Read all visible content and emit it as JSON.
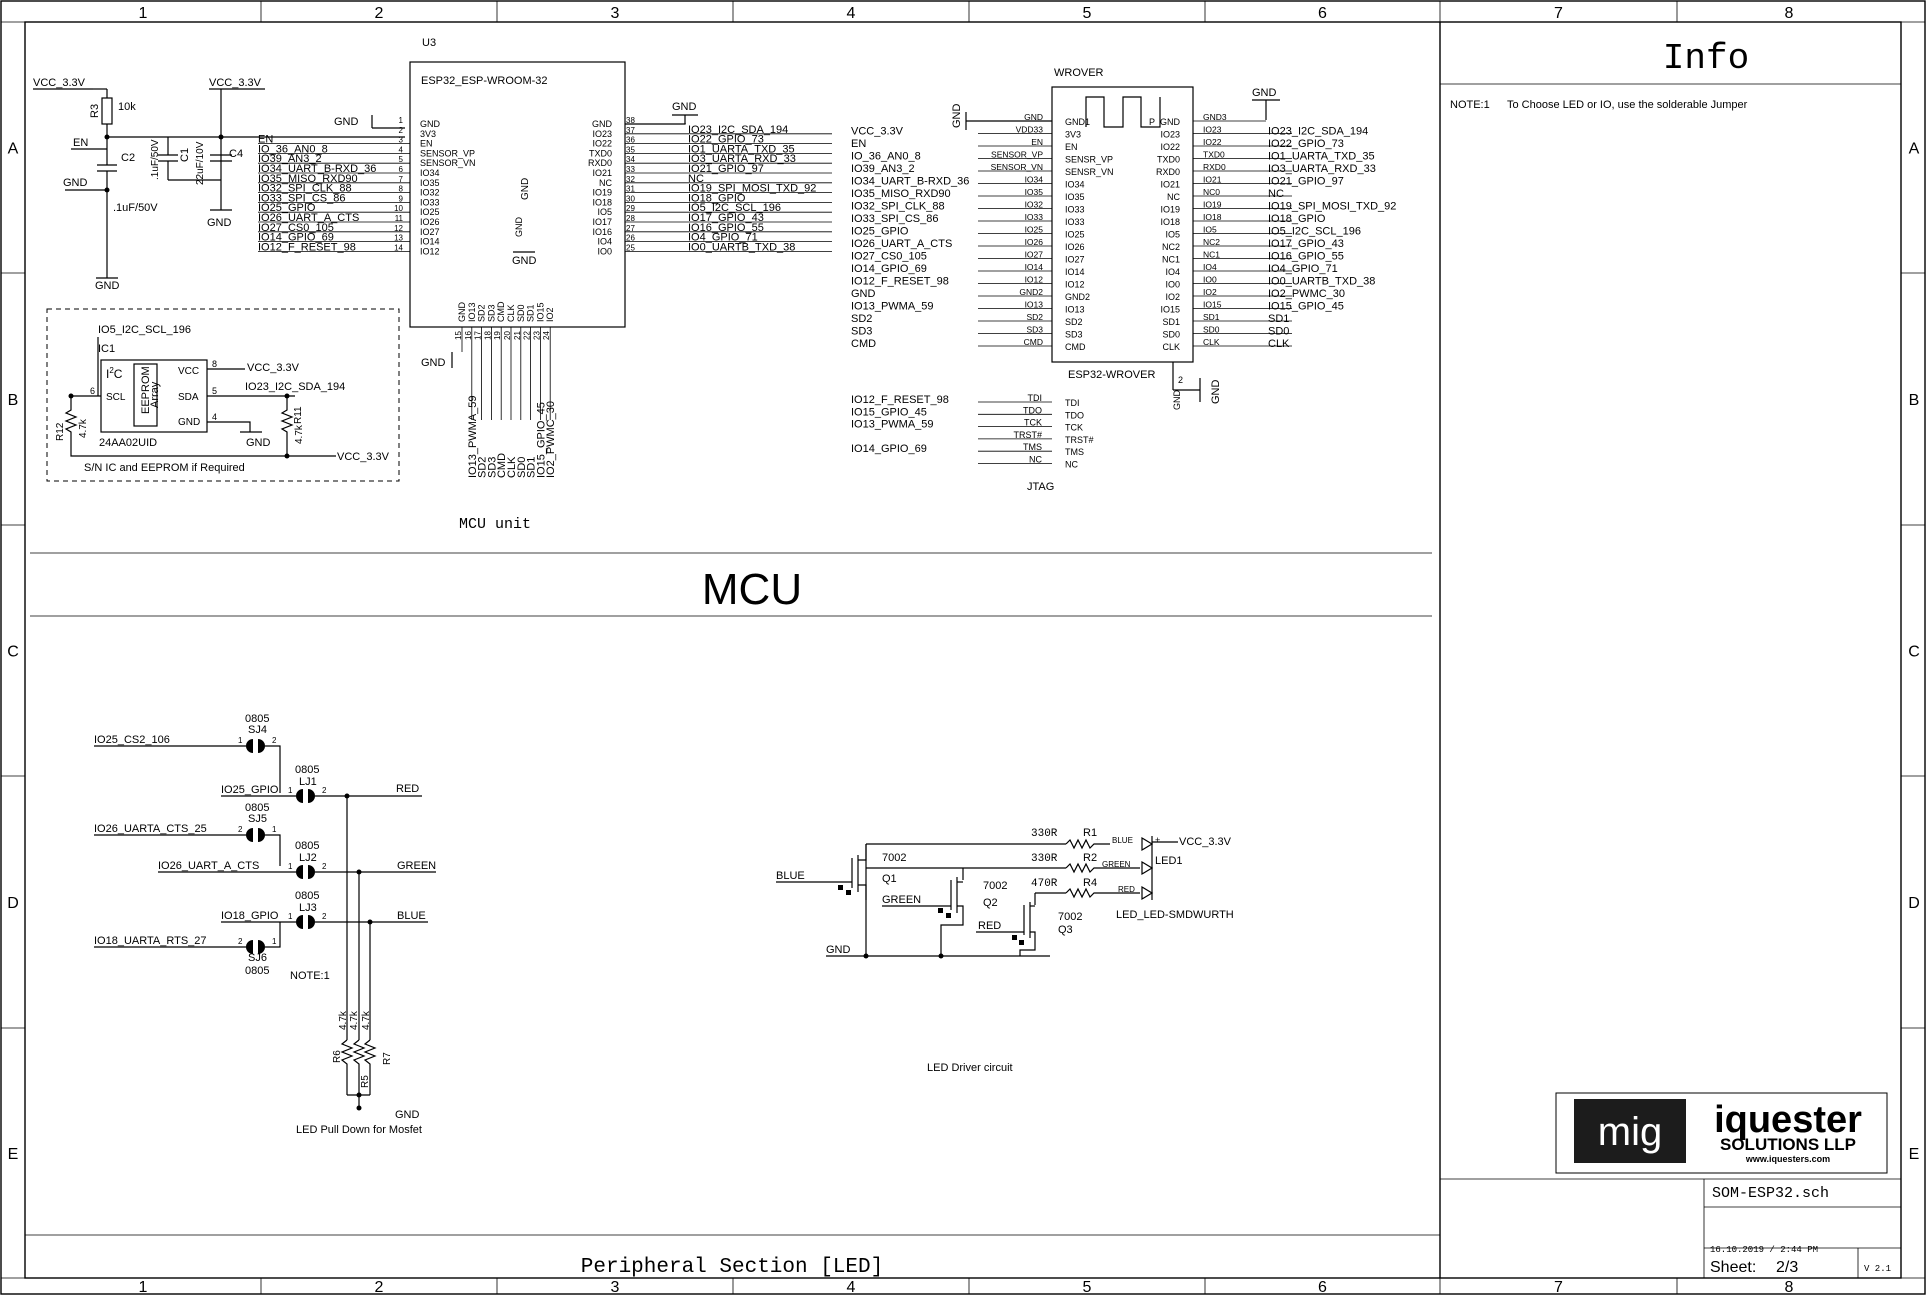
{
  "grid": {
    "columns": [
      "1",
      "2",
      "3",
      "4",
      "5",
      "6",
      "7",
      "8"
    ],
    "rows": [
      "A",
      "B",
      "C",
      "D",
      "E"
    ]
  },
  "info_panel": {
    "title": "Info",
    "note_label": "NOTE:1",
    "note_text": "To Choose LED or IO, use the solderable Jumper"
  },
  "title_block": {
    "logo_left": "mig",
    "logo_right_1": "iquester",
    "logo_right_2": "SOLUTIONS LLP",
    "logo_right_3": "www.iquesters.com",
    "filename": "SOM-ESP32.sch",
    "date": "16.10.2019 / 2:44 PM",
    "sheet_label": "Sheet:",
    "sheet_value": "2/3",
    "version": "V 2.1"
  },
  "sections": {
    "mcu_banner": "MCU",
    "mcu_unit_label": "MCU unit",
    "peripheral_title": "Peripheral Section [LED]",
    "led_driver_label": "LED Driver circuit",
    "pulldown_label": "LED Pull Down for Mosfet",
    "eeprom_label": "S/N IC and EEPROM if Required",
    "jtag_label": "JTAG"
  },
  "power_section": {
    "vcc1": "VCC_3.3V",
    "vcc2": "VCC_3.3V",
    "r3_name": "R3",
    "r3_value": "10k",
    "en": "EN",
    "gnd_a": "GND",
    "gnd_b": "GND",
    "gnd_c": "GND",
    "gnd_d": "GND",
    "c2_name": "C2",
    "c2_value": ".1uF/50V",
    "c1_name": "C1",
    "c1_value": ".1uF/50V",
    "c4_name": "C4",
    "c4_value": "22uF/10V"
  },
  "u3": {
    "ref": "U3",
    "part": "ESP32_ESP-WROOM-32",
    "left_nets": [
      "EN",
      "IO_36_AN0_8",
      "IO39_AN3_2",
      "IO34_UART_B-RXD_36",
      "IO35_MISO_RXD90",
      "IO32_SPI_CLK_88",
      "IO33_SPI_CS_86",
      "IO25_GPIO",
      "IO26_UART_A_CTS",
      "IO27_CS0_105",
      "IO14_GPIO_69",
      "IO12_F_RESET_98"
    ],
    "left_pins": [
      "GND",
      "3V3",
      "EN",
      "SENSOR_VP",
      "SENSOR_VN",
      "IO34",
      "IO35",
      "IO32",
      "IO33",
      "IO25",
      "IO26",
      "IO27",
      "IO14",
      "IO12"
    ],
    "left_nums": [
      "1",
      "2",
      "3",
      "4",
      "5",
      "6",
      "7",
      "8",
      "9",
      "10",
      "11",
      "12",
      "13",
      "14"
    ],
    "right_pins": [
      "GND",
      "IO23",
      "IO22",
      "TXD0",
      "RXD0",
      "IO21",
      "NC",
      "IO19",
      "IO18",
      "IO5",
      "IO17",
      "IO16",
      "IO4",
      "IO0"
    ],
    "right_nums": [
      "38",
      "37",
      "36",
      "35",
      "34",
      "33",
      "32",
      "31",
      "30",
      "29",
      "28",
      "27",
      "26",
      "25"
    ],
    "right_nets": [
      "",
      "IO23_I2C_SDA_194",
      "IO22_GPIO_73",
      "IO1_UARTA_TXD_35",
      "IO3_UARTA_RXD_33",
      "IO21_GPIO_97",
      "NC",
      "IO19_SPI_MOSI_TXD_92",
      "IO18_GPIO",
      "IO5_I2C_SCL_196",
      "IO17_GPIO_43",
      "IO16_GPIO_55",
      "IO4_GPIO_71",
      "IO0_UARTB_TXD_38"
    ],
    "bottom_pins": [
      "GND",
      "IO13",
      "SD2",
      "SD3",
      "CMD",
      "CLK",
      "SD0",
      "SD1",
      "IO15",
      "IO2"
    ],
    "bottom_nums": [
      "15",
      "16",
      "17",
      "18",
      "19",
      "20",
      "21",
      "22",
      "23",
      "24"
    ],
    "bottom_nets": [
      "IO13_PWMA_59",
      "SD2",
      "SD3",
      "CMD",
      "CLK",
      "SD0",
      "SD1",
      "IO15_GPIO_45",
      "IO2_PWMC_30"
    ],
    "gnd_top": "GND",
    "gnd_left": "GND",
    "gnd_inner": "GND",
    "gnd_inner2": "GND",
    "gnd_bottom": "GND"
  },
  "wrover": {
    "ref": "WROVER",
    "part": "ESP32-WROVER",
    "left_nets": [
      "VCC_3.3V",
      "EN",
      "IO_36_AN0_8",
      "IO39_AN3_2",
      "IO34_UART_B-RXD_36",
      "IO35_MISO_RXD90",
      "IO32_SPI_CLK_88",
      "IO33_SPI_CS_86",
      "IO25_GPIO",
      "IO26_UART_A_CTS",
      "IO27_CS0_105",
      "IO14_GPIO_69",
      "IO12_F_RESET_98",
      "GND",
      "IO13_PWMA_59",
      "SD2",
      "SD3",
      "CMD"
    ],
    "left_pads": [
      "GND",
      "VDD33",
      "EN",
      "SENSOR_VP",
      "SENSOR_VN",
      "IO34",
      "IO35",
      "IO32",
      "IO33",
      "IO25",
      "IO26",
      "IO27",
      "IO14",
      "IO12",
      "GND2",
      "IO13",
      "SD2",
      "SD3",
      "CMD"
    ],
    "left_pins": [
      "GND1",
      "3V3",
      "EN",
      "SENSR_VP",
      "SENSR_VN",
      "IO34",
      "IO35",
      "IO33",
      "IO33",
      "IO25",
      "IO26",
      "IO27",
      "IO14",
      "IO12",
      "GND2",
      "IO13",
      "SD2",
      "SD3",
      "CMD"
    ],
    "right_pins": [
      "P_GND",
      "IO23",
      "IO22",
      "TXD0",
      "RXD0",
      "IO21",
      "NC",
      "IO19",
      "IO18",
      "IO5",
      "NC2",
      "NC1",
      "IO4",
      "IO0",
      "IO2",
      "IO15",
      "SD1",
      "SD0",
      "CLK"
    ],
    "right_pads": [
      "GND3",
      "IO23",
      "IO22",
      "TXD0",
      "RXD0",
      "IO21",
      "NC0",
      "IO19",
      "IO18",
      "IO5",
      "NC2",
      "NC1",
      "IO4",
      "IO0",
      "IO2",
      "IO15",
      "SD1",
      "SD0",
      "CLK"
    ],
    "right_nets": [
      "",
      "IO23_I2C_SDA_194",
      "IO22_GPIO_73",
      "IO1_UARTA_TXD_35",
      "IO3_UARTA_RXD_33",
      "IO21_GPIO_97",
      "NC",
      "IO19_SPI_MOSI_TXD_92",
      "IO18_GPIO",
      "IO5_I2C_SCL_196",
      "IO17_GPIO_43",
      "IO16_GPIO_55",
      "IO4_GPIO_71",
      "IO0_UARTB_TXD_38",
      "IO2_PWMC_30",
      "IO15_GPIO_45",
      "SD1",
      "SD0",
      "CLK"
    ],
    "gnd_top": "GND",
    "gnd_left": "GND",
    "gnd_bottom": "GND",
    "bottom_pin": "GND",
    "bottom_num": "2"
  },
  "jtag": {
    "nets": [
      "IO12_F_RESET_98",
      "IO15_GPIO_45",
      "IO13_PWMA_59",
      "",
      "IO14_GPIO_69",
      ""
    ],
    "pads": [
      "TDI",
      "TDO",
      "TCK",
      "TRST#",
      "TMS",
      "NC"
    ],
    "pins": [
      "TDI",
      "TDO",
      "TCK",
      "TRST#",
      "TMS",
      "NC"
    ]
  },
  "eeprom": {
    "net_scl": "IO5_I2C_SCL_196",
    "ic": "IC1",
    "i2c": "I",
    "i2c_sup": "2",
    "i2c_c": "C",
    "array1": "EEPROM",
    "array2": "Array",
    "scl": "SCL",
    "sda": "SDA",
    "vcc": "VCC",
    "gnd": "GND",
    "pin6": "6",
    "pin5": "5",
    "pin8": "8",
    "pin4": "4",
    "part": "24AA02UID",
    "vcc_net": "VCC_3.3V",
    "sda_net": "IO23_I2C_SDA_194",
    "gnd_net": "GND",
    "vcc_net2": "VCC_3.3V",
    "r12_name": "R12",
    "r12_value": "4.7k",
    "r11_name": "R11",
    "r11_value": "4.7k"
  },
  "jumpers": {
    "sj4_pkg": "0805",
    "sj4_name": "SJ4",
    "sj4_net": "IO25_CS2_106",
    "lj1_pkg": "0805",
    "lj1_name": "LJ1",
    "lj1_net": "IO25_GPIO",
    "sj5_pkg": "0805",
    "sj5_name": "SJ5",
    "sj5_net": "IO26_UARTA_CTS_25",
    "lj2_pkg": "0805",
    "lj2_name": "LJ2",
    "lj2_net": "IO26_UART_A_CTS",
    "lj3_pkg": "0805",
    "lj3_name": "LJ3",
    "lj3_net": "IO18_GPIO",
    "sj6_pkg": "0805",
    "sj6_name": "SJ6",
    "sj6_net": "IO18_UARTA_RTS_27",
    "pin1": "1",
    "pin2": "2",
    "red": "RED",
    "green": "GREEN",
    "blue": "BLUE",
    "note": "NOTE:1",
    "r6_name": "R6",
    "r5_name": "R5",
    "r7_name": "R7",
    "r_value": "4.7k",
    "gnd": "GND"
  },
  "led_driver": {
    "r1_value": "330R",
    "r1_name": "R1",
    "r2_value": "330R",
    "r2_name": "R2",
    "r4_value": "470R",
    "r4_name": "R4",
    "blue_pin": "BLUE",
    "green_pin": "GREEN",
    "red_pin": "RED",
    "plus": "+",
    "vcc": "VCC_3.3V",
    "led_name": "LED1",
    "led_part": "LED_LED-SMDWURTH",
    "q_part": "7002",
    "q1": "Q1",
    "q2": "Q2",
    "q3": "Q3",
    "in_blue": "BLUE",
    "in_green": "GREEN",
    "in_red": "RED",
    "gnd": "GND"
  }
}
